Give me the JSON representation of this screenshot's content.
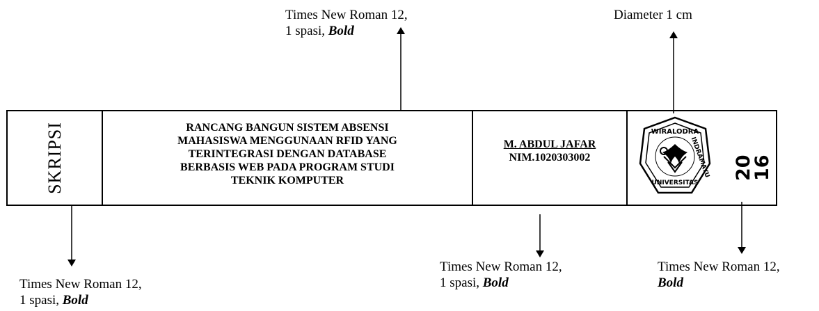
{
  "annotations": {
    "title_font": {
      "line1": "Times New Roman 12,",
      "line2_prefix": "1 spasi, ",
      "line2_bold": "Bold"
    },
    "logo_size": {
      "line1": "Diameter 1 cm"
    },
    "label_font": {
      "line1": "Times New Roman 12,",
      "line2_prefix": "1 spasi, ",
      "line2_bold": "Bold"
    },
    "author_font": {
      "line1": "Times New Roman 12,",
      "line2_prefix": "1 spasi, ",
      "line2_bold": "Bold"
    },
    "year_font": {
      "line1": "Times New Roman 12,",
      "line2_bold": "Bold"
    }
  },
  "spine": {
    "label": "SKRIPSI",
    "title_lines": [
      "RANCANG BANGUN SISTEM ABSENSI",
      "MAHASISWA MENGGUNAAN RFID YANG",
      "TERINTEGRASI DENGAN DATABASE",
      "BERBASIS WEB PADA PROGRAM STUDI",
      "TEKNIK KOMPUTER"
    ],
    "author_name": "M. ABDUL JAFAR",
    "author_nim": "NIM.1020303002",
    "year_top": "20",
    "year_bottom": "16",
    "logo_top_text": "WIRALODRA",
    "logo_side_text": "INDRAMAYU",
    "logo_bottom_text": "UNIVERSITAS"
  }
}
